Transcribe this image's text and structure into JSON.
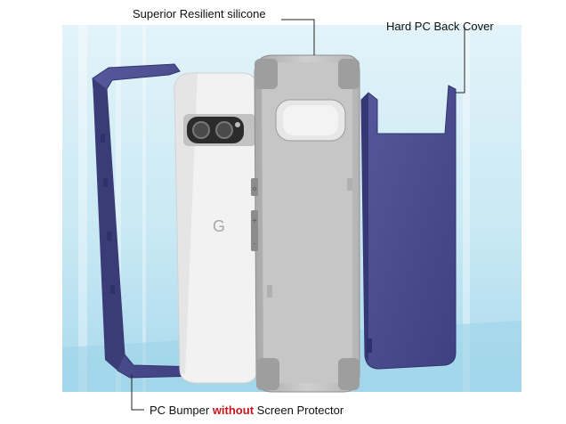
{
  "callouts": {
    "silicone": "Superior Resilient silicone",
    "back_cover": "Hard PC Back Cover",
    "bumper_part1": "PC Bumper ",
    "bumper_emphasis": "without",
    "bumper_part2": " Screen Protector"
  },
  "phone_logo": "G",
  "colors": {
    "accent": "#c8161d",
    "navy_parts": "#4a4c8e",
    "silicone": "#c9c9c9",
    "phone_body": "#f1f1f1",
    "background": "#c6e8f3"
  }
}
